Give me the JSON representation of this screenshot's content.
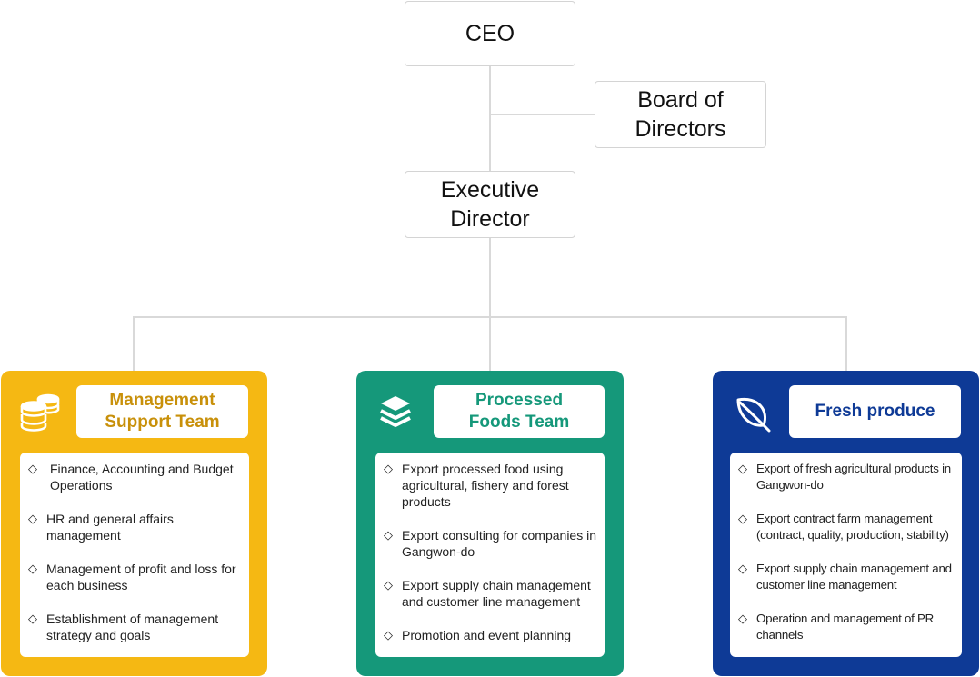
{
  "org": {
    "ceo": "CEO",
    "board": "Board of\nDirectors",
    "executive": "Executive\nDirector"
  },
  "teams": [
    {
      "title": "Management\nSupport Team",
      "icon": "coins-stack-icon",
      "color": "#f5b813",
      "title_color": "#c8900a",
      "duties": [
        "Finance, Accounting and Budget Operations",
        "HR and general affairs management",
        "Management of profit and loss for each business",
        "Establishment of management strategy and goals"
      ]
    },
    {
      "title": "Processed\nFoods Team",
      "icon": "layers-icon",
      "color": "#15987a",
      "title_color": "#15987a",
      "duties": [
        "Export processed food using agricultural, fishery and forest products",
        "Export consulting for companies in Gangwon-do",
        "Export supply chain management and customer line management",
        "Promotion and event planning"
      ]
    },
    {
      "title": "Fresh produce",
      "icon": "leaf-icon",
      "color": "#0e3a96",
      "title_color": "#0e3a96",
      "duties": [
        "Export of fresh agricultural products in Gangwon-do",
        "Export contract farm management (contract, quality, production, stability)",
        "Export supply chain management and customer line management",
        "Operation and management of PR channels"
      ]
    }
  ]
}
